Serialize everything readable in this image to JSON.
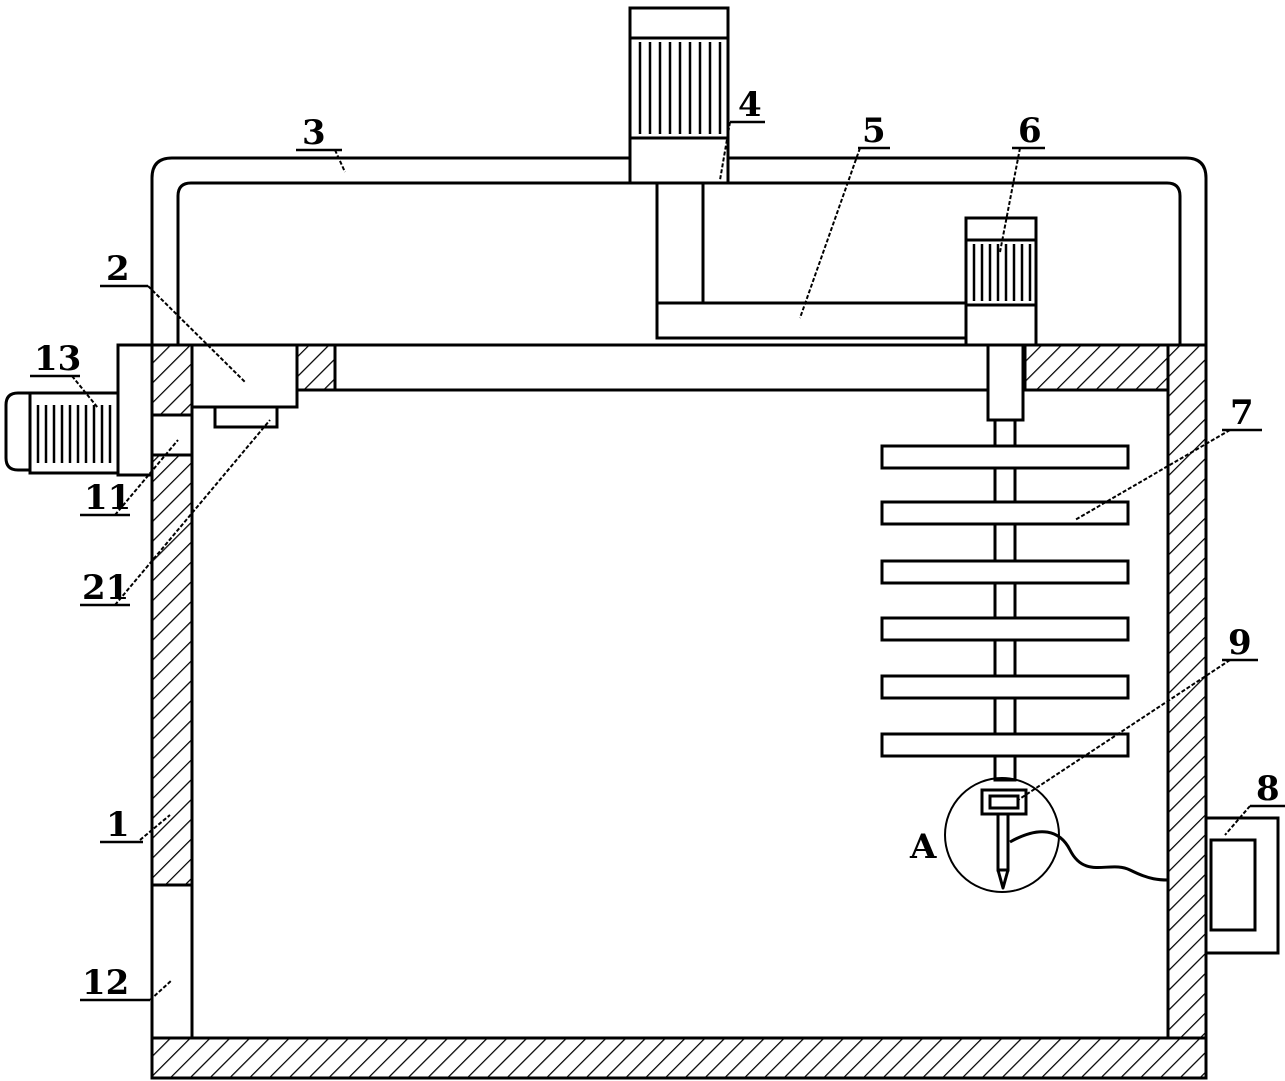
{
  "labels": {
    "l1": "1",
    "l2": "2",
    "l3": "3",
    "l4": "4",
    "l5": "5",
    "l6": "6",
    "l7": "7",
    "l8": "8",
    "l9": "9",
    "l11": "11",
    "l12": "12",
    "l13": "13",
    "l21": "21",
    "lA": "A"
  }
}
